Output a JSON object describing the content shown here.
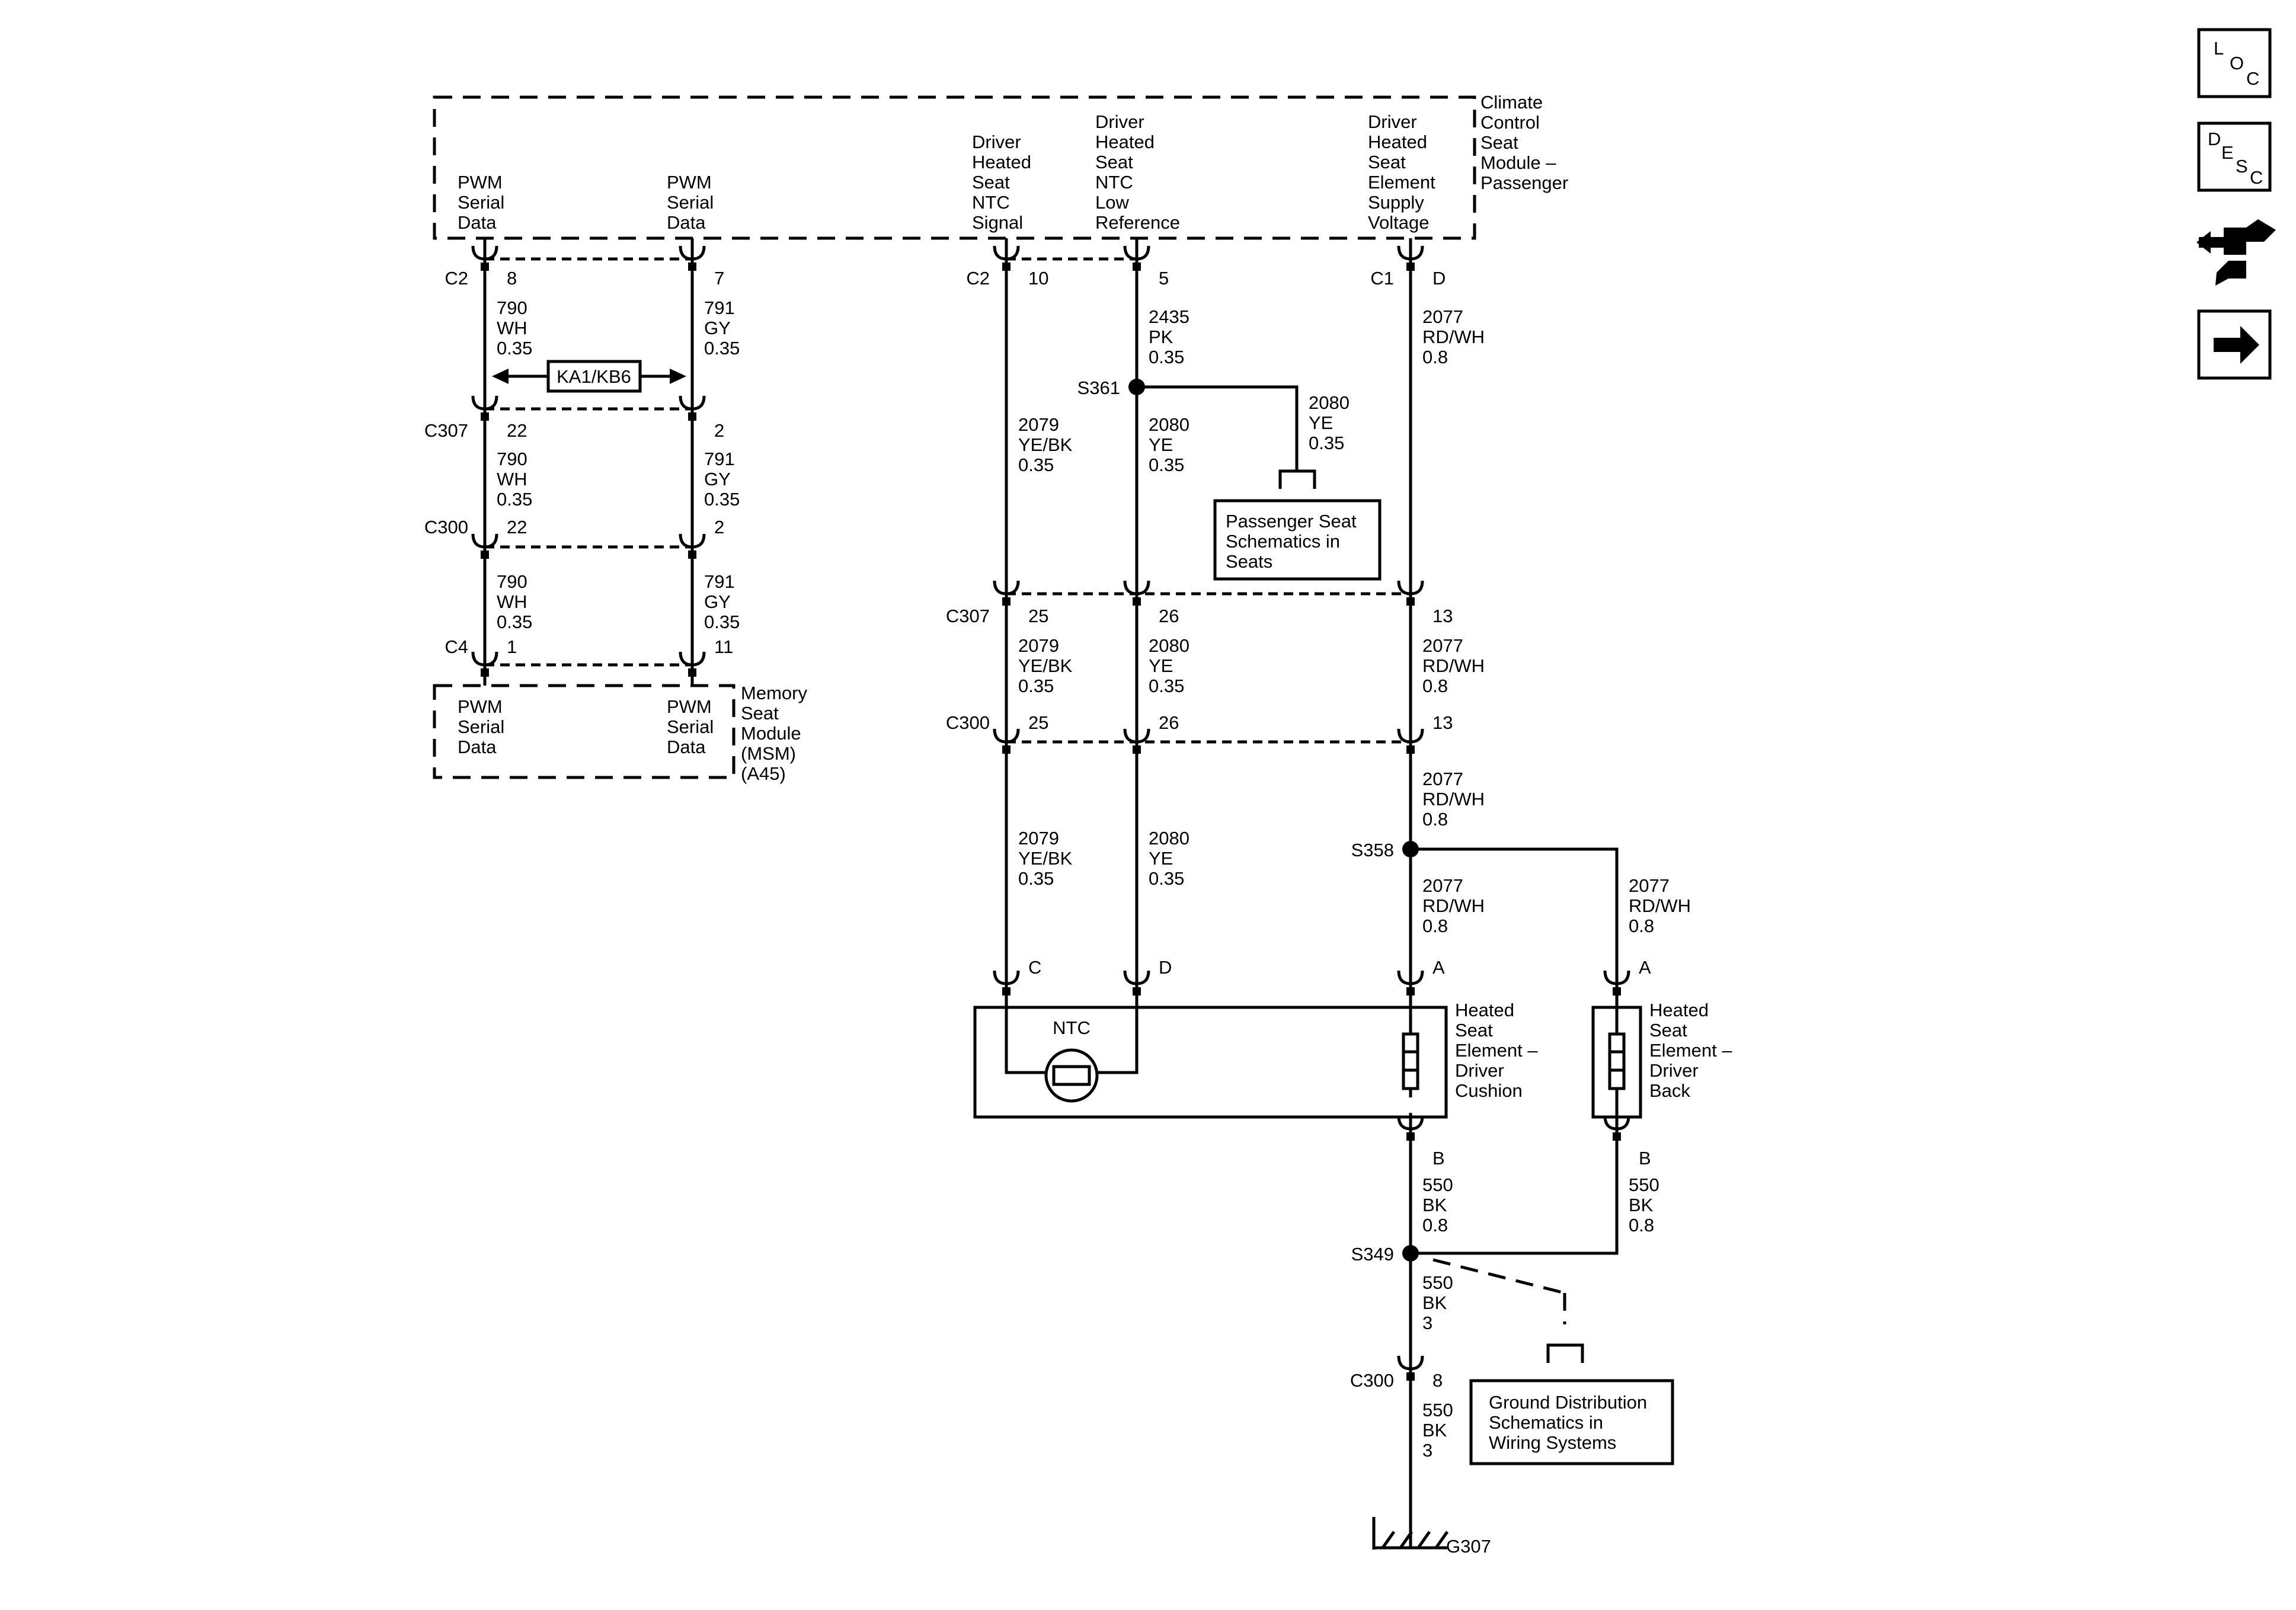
{
  "modules": {
    "climate": [
      "Climate",
      "Control",
      "Seat",
      "Module –",
      "Passenger"
    ],
    "msm": [
      "Memory",
      "Seat",
      "Module",
      "(MSM)",
      "(A45)"
    ],
    "cushion": [
      "Heated",
      "Seat",
      "Element –",
      "Driver",
      "Cushion"
    ],
    "back": [
      "Heated",
      "Seat",
      "Element –",
      "Driver",
      "Back"
    ]
  },
  "pins_top": {
    "pwm1": [
      "PWM",
      "Serial",
      "Data"
    ],
    "pwm2": [
      "PWM",
      "Serial",
      "Data"
    ],
    "ntc_signal": [
      "Driver",
      "Heated",
      "Seat",
      "NTC",
      "Signal"
    ],
    "ntc_low": [
      "Driver",
      "Heated",
      "Seat",
      "NTC",
      "Low",
      "Reference"
    ],
    "supply": [
      "Driver",
      "Heated",
      "Seat",
      "Element",
      "Supply",
      "Voltage"
    ]
  },
  "pins_msm": {
    "pwm1": [
      "PWM",
      "Serial",
      "Data"
    ],
    "pwm2": [
      "PWM",
      "Serial",
      "Data"
    ]
  },
  "connectors": {
    "c2": "C2",
    "c307": "C307",
    "c300": "C300",
    "c4": "C4",
    "c1": "C1"
  },
  "pin_numbers": {
    "c2_8": "8",
    "c2_7": "7",
    "c307_22": "22",
    "c307_2": "2",
    "c300_22": "22",
    "c300_2": "2",
    "c4_1": "1",
    "c4_11": "11",
    "c2_10": "10",
    "c2_5": "5",
    "c1_d": "D",
    "c307_25": "25",
    "c307_26": "26",
    "c307_13": "13",
    "c300_25": "25",
    "c300_26": "26",
    "c300_13": "13",
    "ntc_c": "C",
    "ntc_d": "D",
    "cush_a": "A",
    "back_a": "A",
    "cush_b": "B",
    "back_b": "B",
    "c300_8": "8"
  },
  "wires": {
    "w790a": [
      "790",
      "WH",
      "0.35"
    ],
    "w791a": [
      "791",
      "GY",
      "0.35"
    ],
    "w790b": [
      "790",
      "WH",
      "0.35"
    ],
    "w791b": [
      "791",
      "GY",
      "0.35"
    ],
    "w790c": [
      "790",
      "WH",
      "0.35"
    ],
    "w791c": [
      "791",
      "GY",
      "0.35"
    ],
    "w2435": [
      "2435",
      "PK",
      "0.35"
    ],
    "w2079a": [
      "2079",
      "YE/BK",
      "0.35"
    ],
    "w2080a": [
      "2080",
      "YE",
      "0.35"
    ],
    "w2080s": [
      "2080",
      "YE",
      "0.35"
    ],
    "w2077a": [
      "2077",
      "RD/WH",
      "0.8"
    ],
    "w2079b": [
      "2079",
      "YE/BK",
      "0.35"
    ],
    "w2080b": [
      "2080",
      "YE",
      "0.35"
    ],
    "w2077b": [
      "2077",
      "RD/WH",
      "0.8"
    ],
    "w2079c": [
      "2079",
      "YE/BK",
      "0.35"
    ],
    "w2080c": [
      "2080",
      "YE",
      "0.35"
    ],
    "w2077c": [
      "2077",
      "RD/WH",
      "0.8"
    ],
    "w2077d": [
      "2077",
      "RD/WH",
      "0.8"
    ],
    "w2077e": [
      "2077",
      "RD/WH",
      "0.8"
    ],
    "w550a": [
      "550",
      "BK",
      "0.8"
    ],
    "w550b": [
      "550",
      "BK",
      "0.8"
    ],
    "w550c": [
      "550",
      "BK",
      "3"
    ],
    "w550d": [
      "550",
      "BK",
      "3"
    ]
  },
  "splices": {
    "s361": "S361",
    "s358": "S358",
    "s349": "S349"
  },
  "ground": "G307",
  "option_label": "KA1/KB6",
  "ntc_label": "NTC",
  "refs": {
    "passenger": [
      "Passenger Seat",
      "Schematics in",
      "Seats"
    ],
    "ground": [
      "Ground Distribution",
      "Schematics in",
      "Wiring Systems"
    ]
  },
  "nav_icons": {
    "loc": {
      "name": "location-icon",
      "letters": [
        "L",
        "O",
        "C"
      ]
    },
    "desc": {
      "name": "description-icon",
      "letters": [
        "D",
        "E",
        "S",
        "C"
      ]
    },
    "connector": {
      "name": "connector-view-icon"
    },
    "next": {
      "name": "next-page-arrow-icon"
    }
  }
}
